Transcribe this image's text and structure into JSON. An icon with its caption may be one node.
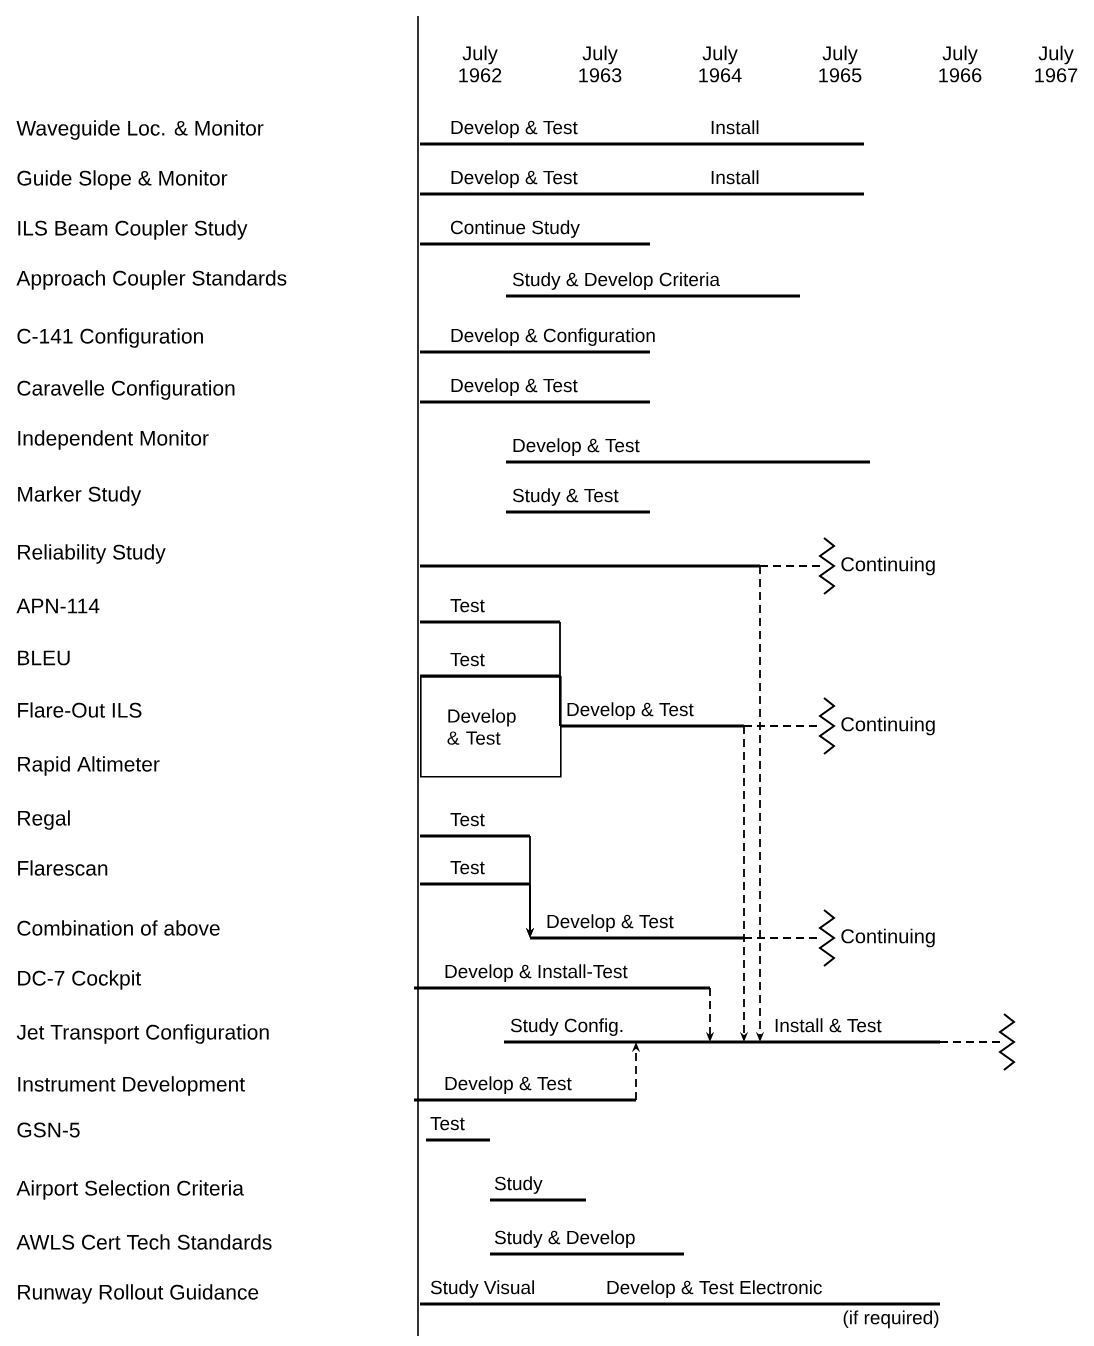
{
  "diagram": {
    "nodes": [
      {
        "text": [
          "Develop & Test",
          "Install"
        ]
      },
      {
        "text": [
          "Develop & Test",
          "Install"
        ]
      },
      {
        "text": [
          "Continue Study"
        ]
      },
      {
        "text": [
          "Study & Develop Criteria"
        ]
      },
      {
        "text": [
          "Develop & Configuration"
        ]
      },
      {
        "text": [
          "Develop & Test"
        ]
      },
      {
        "text": [
          "Develop & Test"
        ]
      },
      {
        "text": [
          "Study & Test"
        ]
      },
      {
        "text": [],
        "shape": "bar"
      },
      {
        "text": [
          "Continuing"
        ]
      },
      {
        "text": [
          "Test"
        ]
      },
      {
        "text": [
          "Test"
        ]
      },
      {
        "text": [
          "Develop & Test"
        ]
      },
      {
        "text": [
          "Develop & Test"
        ]
      },
      {
        "text": [
          "Continuing"
        ]
      },
      {
        "text": [
          "Test"
        ]
      },
      {
        "text": [
          "Test"
        ]
      },
      {
        "text": [
          "Develop & Test"
        ]
      },
      {
        "text": [
          "Continuing"
        ]
      },
      {
        "text": [
          "Develop & Install-Test"
        ]
      },
      {
        "text": [
          "Study Config.",
          "Install & Test"
        ]
      },
      {
        "text": [],
        "shape": "zigzag"
      },
      {
        "text": [
          "Develop & Test"
        ]
      },
      {
        "text": [
          "Test"
        ]
      },
      {
        "text": [
          "Study"
        ]
      },
      {
        "text": [
          "Study & Develop"
        ]
      },
      {
        "text": [
          "Study Visual"
        ]
      },
      {
        "text": [
          "Develop & Test Electronic"
        ],
        "beside": [
          "(if required)"
        ]
      }
    ],
    "edges": [
      {
        "from": 8,
        "to": 9,
        "arrow": "none",
        "style": "dashed"
      },
      {
        "from": 10,
        "to": 13,
        "arrow": "none"
      },
      {
        "from": 11,
        "to": 13,
        "arrow": "none"
      },
      {
        "from": 13,
        "to": 14,
        "arrow": "none",
        "style": "dashed"
      },
      {
        "from": 15,
        "to": 17,
        "arrow": "to"
      },
      {
        "from": 16,
        "to": 17,
        "arrow": "to"
      },
      {
        "from": 17,
        "to": 18,
        "arrow": "none",
        "style": "dashed"
      },
      {
        "from": 19,
        "to": 20,
        "arrow": "to",
        "style": "dashed"
      },
      {
        "from": 8,
        "to": 20,
        "arrow": "to",
        "style": "dashed"
      },
      {
        "from": 13,
        "to": 20,
        "arrow": "to",
        "style": "dashed"
      },
      {
        "from": 22,
        "to": 20,
        "arrow": "to",
        "style": "dashed"
      },
      {
        "from": 20,
        "to": 21,
        "arrow": "none",
        "style": "dashed"
      }
    ],
    "labels": [
      "July 1962",
      "July 1963",
      "July 1964",
      "July 1965",
      "July 1966",
      "July 1967",
      "Waveguide Loc. & Monitor",
      "Guide Slope & Monitor",
      "ILS Beam Coupler Study",
      "Approach Coupler Standards",
      "C-141 Configuration",
      "Caravelle Configuration",
      "Independent Monitor",
      "Marker Study",
      "Reliability Study",
      "APN-114",
      "BLEU",
      "Flare-Out ILS",
      "Rapid Altimeter",
      "Regal",
      "Flarescan",
      "Combination of above",
      "DC-7 Cockpit",
      "Jet Transport Configuration",
      "Instrument Development",
      "GSN-5",
      "Airport Selection Criteria",
      "AWLS Cert Tech Standards",
      "Runway Rollout Guidance"
    ]
  }
}
